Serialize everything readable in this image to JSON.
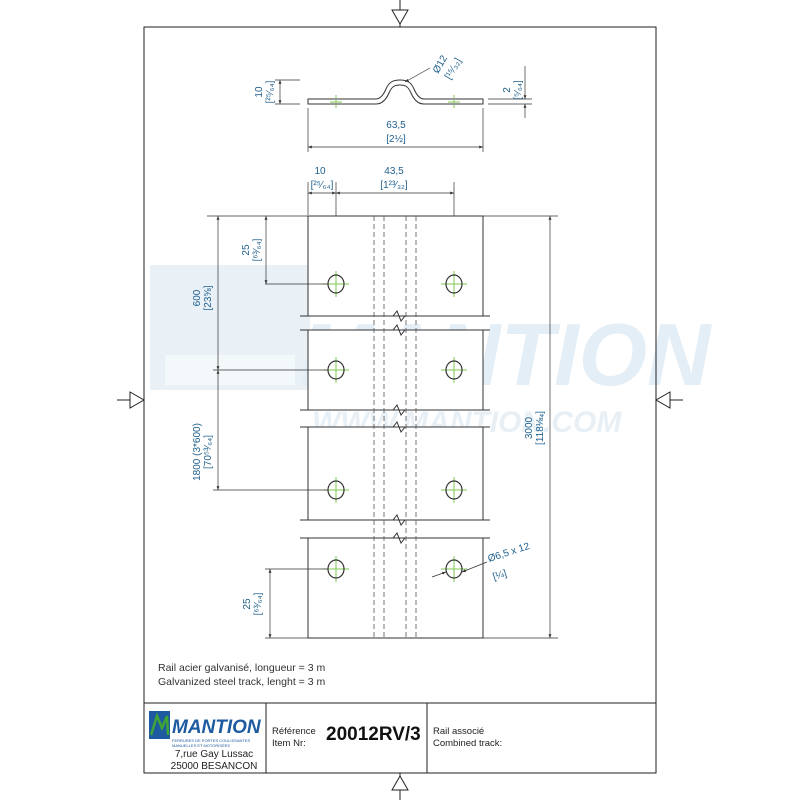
{
  "colors": {
    "dimension": "#1f5f8c",
    "outline": "#333333",
    "centerline": "#7ec850",
    "watermark": "#e4eef6",
    "brand_blue": "#1d5aa0",
    "brand_green": "#3fa535"
  },
  "profile": {
    "height_mm": "10",
    "height_in": "[²⁵⁄₆₄]",
    "bend_dia_mm": "Ø12",
    "bend_dia_in": "[¹⁵⁄₃₂]",
    "thickness_mm": "2",
    "thickness_in": "[⁵⁄₆₄]",
    "width_mm": "63,5",
    "width_in": "[2½]"
  },
  "plan": {
    "offset_mm": "10",
    "offset_in": "[²⁵⁄₆₄]",
    "spacing_mm": "43,5",
    "spacing_in": "[1²³⁄₃₂]",
    "top_margin_mm": "25",
    "top_margin_in": "[⁶³⁄₆₄]",
    "pitch_mm": "600",
    "pitch_in": "[23⅝]",
    "span_mm": "1800  (3*600)",
    "span_in": "[70⁵³⁄₆₄]",
    "length_mm": "3000",
    "length_in": "[118⅛₄]",
    "hole_mm": "Ø6,5 x 12",
    "hole_in": "[¼]",
    "bottom_margin_mm": "25",
    "bottom_margin_in": "[⁶³⁄₆₄]"
  },
  "notes": {
    "fr": "Rail acier galvanisé, longueur = 3 m",
    "en": "Galvanized steel track, lenght = 3 m"
  },
  "watermark": {
    "brand": "MANTION",
    "url": "WWW.MANTION.COM"
  },
  "title_block": {
    "logo_text": "MANTION",
    "logo_sub1": "FERRURES DE PORTES COULISSANTES",
    "logo_sub2": "MANUELLES ET MOTORISÉES",
    "address_line1": "7,rue Gay Lussac",
    "address_line2": "25000 BESANCON",
    "ref_label_fr": "Référence",
    "ref_label_en": "Item Nr:",
    "reference": "20012RV/3",
    "assoc_label_fr": "Rail associé",
    "assoc_label_en": "Combined track:"
  }
}
